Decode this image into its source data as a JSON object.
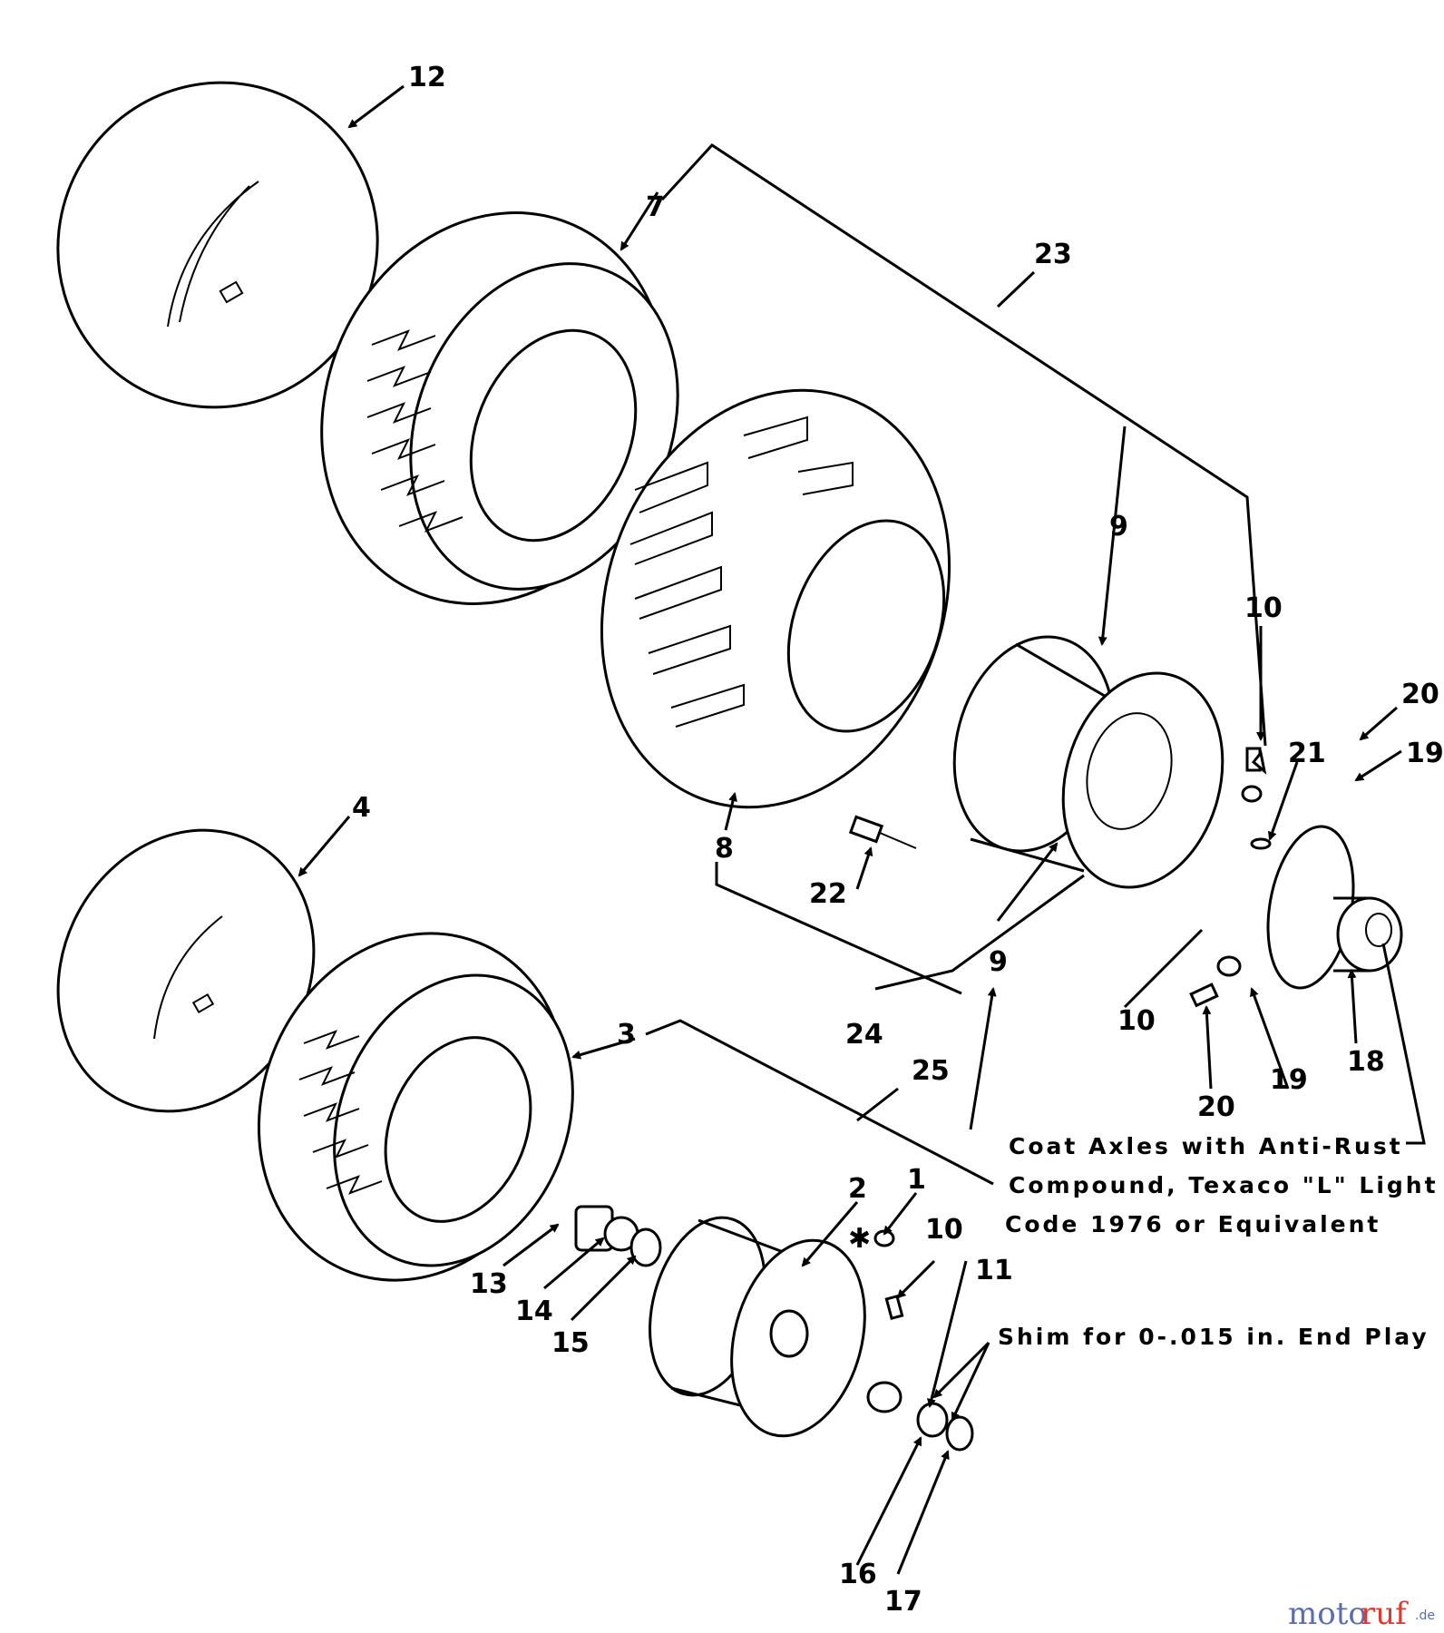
{
  "callouts": {
    "c12": "12",
    "c7": "7",
    "c23": "23",
    "c9a": "9",
    "c10a": "10",
    "c20a": "20",
    "c19a": "19",
    "c21": "21",
    "c8": "8",
    "c22": "22",
    "c4": "4",
    "c9b": "9",
    "c10b": "10",
    "c24": "24",
    "c20b": "20",
    "c19b": "19",
    "c18": "18",
    "c3": "3",
    "c25": "25",
    "c2": "2",
    "c1": "1",
    "c10c": "10",
    "c11": "11",
    "c13": "13",
    "c14": "14",
    "c15": "15",
    "c16": "16",
    "c17": "17",
    "asterisk": "✱"
  },
  "notes": {
    "anti_rust_line1": "Coat Axles with Anti-Rust",
    "anti_rust_line2": "Compound, Texaco \"L\" Light",
    "anti_rust_line3": "Code 1976 or Equivalent",
    "shim": "Shim for 0-.015 in. End Play"
  },
  "watermark": {
    "part1": "moto",
    "part2": "ruf",
    "part3": ".de"
  }
}
